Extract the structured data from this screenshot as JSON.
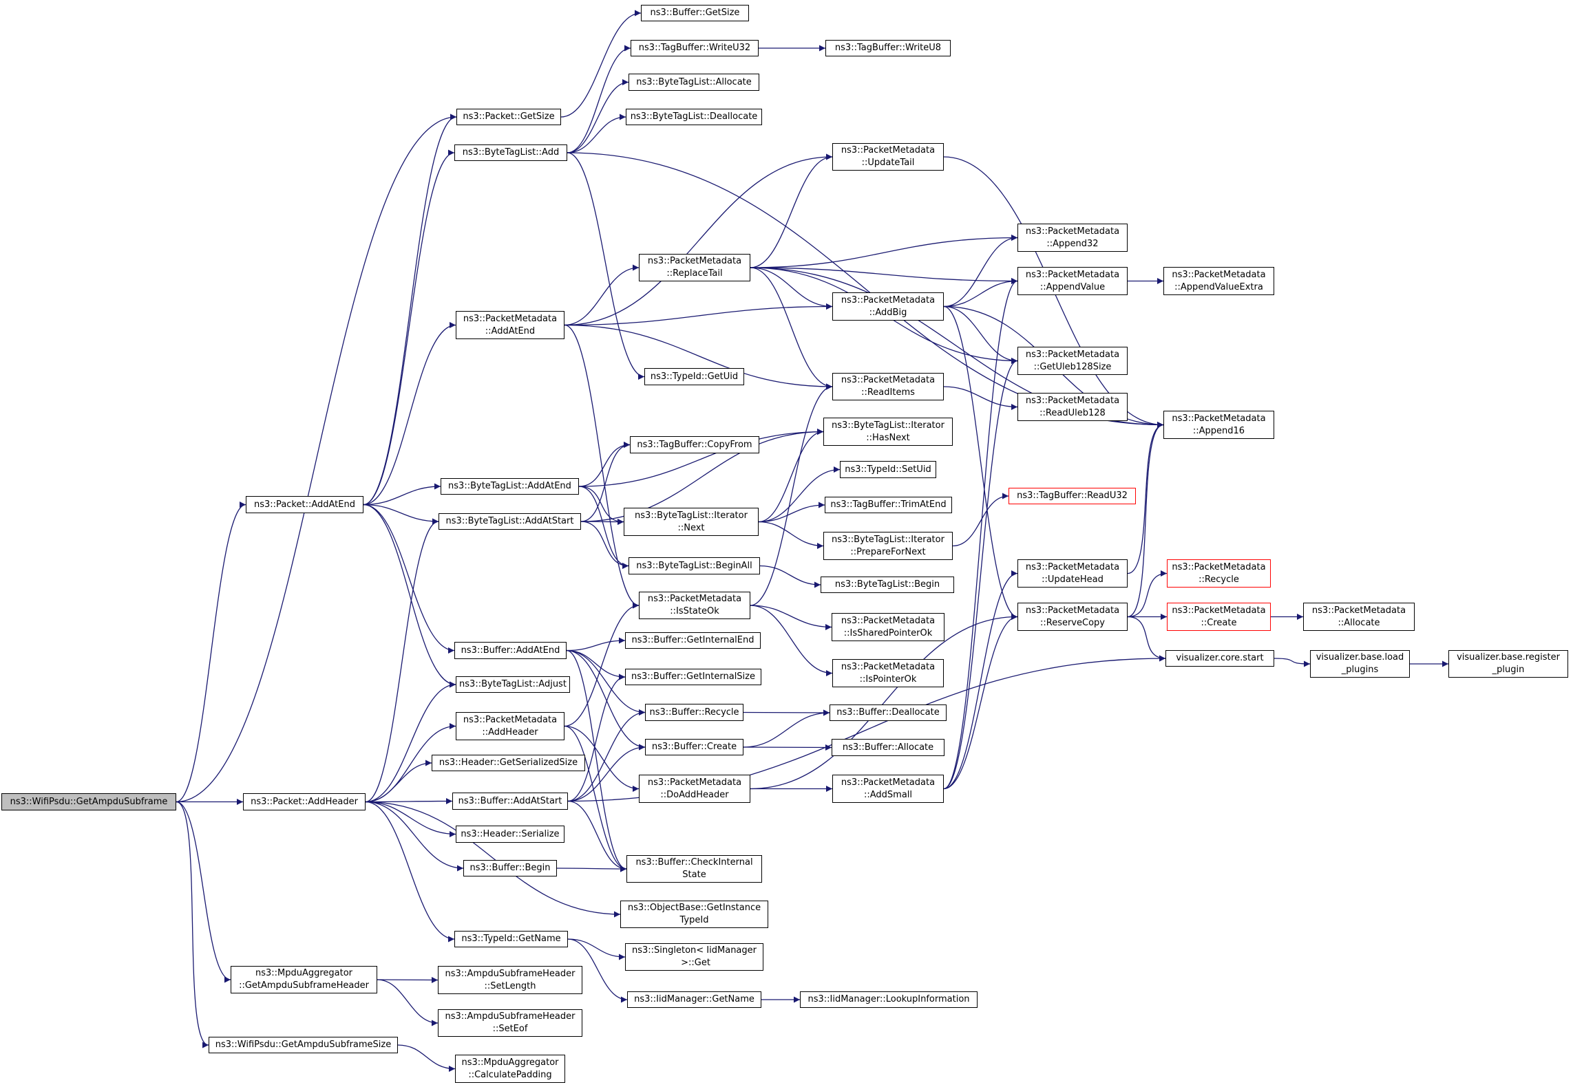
{
  "colors": {
    "edge": "#191970",
    "border": "#000000",
    "root_fill": "#bfbfbf",
    "truncated_border": "#ff0000"
  },
  "nodes": {
    "root": {
      "label": "ns3::WifiPsdu::GetAmpduSubframe",
      "kind": "root"
    },
    "packet_addatend": {
      "label": "ns3::Packet::AddAtEnd"
    },
    "packet_addheader": {
      "label": "ns3::Packet::AddHeader"
    },
    "mpdu_get_hdr": {
      "label": "ns3::MpduAggregator\n::GetAmpduSubframeHeader"
    },
    "wifipsdu_get_size": {
      "label": "ns3::WifiPsdu::GetAmpduSubframeSize"
    },
    "packet_getsize": {
      "label": "ns3::Packet::GetSize"
    },
    "bytetaglist_add": {
      "label": "ns3::ByteTagList::Add"
    },
    "pm_addatend": {
      "label": "ns3::PacketMetadata\n::AddAtEnd"
    },
    "btl_addatend": {
      "label": "ns3::ByteTagList::AddAtEnd"
    },
    "btl_addatstart": {
      "label": "ns3::ByteTagList::AddAtStart"
    },
    "buffer_addatend": {
      "label": "ns3::Buffer::AddAtEnd"
    },
    "btl_adjust": {
      "label": "ns3::ByteTagList::Adjust"
    },
    "pm_addheader": {
      "label": "ns3::PacketMetadata\n::AddHeader"
    },
    "header_getserializedsize": {
      "label": "ns3::Header::GetSerializedSize"
    },
    "buffer_addatstart": {
      "label": "ns3::Buffer::AddAtStart"
    },
    "header_serialize": {
      "label": "ns3::Header::Serialize"
    },
    "buffer_begin": {
      "label": "ns3::Buffer::Begin"
    },
    "typeid_getname": {
      "label": "ns3::TypeId::GetName"
    },
    "ampdu_setlength": {
      "label": "ns3::AmpduSubframeHeader\n::SetLength"
    },
    "ampdu_seteof": {
      "label": "ns3::AmpduSubframeHeader\n::SetEof"
    },
    "mpdu_calcpadding": {
      "label": "ns3::MpduAggregator\n::CalculatePadding"
    },
    "buffer_getsize": {
      "label": "ns3::Buffer::GetSize"
    },
    "tagbuffer_writeu32": {
      "label": "ns3::TagBuffer::WriteU32"
    },
    "btl_allocate": {
      "label": "ns3::ByteTagList::Allocate"
    },
    "btl_deallocate": {
      "label": "ns3::ByteTagList::Deallocate"
    },
    "pm_replacetail": {
      "label": "ns3::PacketMetadata\n::ReplaceTail"
    },
    "typeid_getuid": {
      "label": "ns3::TypeId::GetUid"
    },
    "tagbuffer_copyfrom": {
      "label": "ns3::TagBuffer::CopyFrom"
    },
    "btl_iter_next": {
      "label": "ns3::ByteTagList::Iterator\n::Next"
    },
    "btl_beginall": {
      "label": "ns3::ByteTagList::BeginAll"
    },
    "pm_isstateok": {
      "label": "ns3::PacketMetadata\n::IsStateOk"
    },
    "buffer_getinternalend": {
      "label": "ns3::Buffer::GetInternalEnd"
    },
    "buffer_getinternalsize": {
      "label": "ns3::Buffer::GetInternalSize"
    },
    "buffer_recycle": {
      "label": "ns3::Buffer::Recycle"
    },
    "buffer_create": {
      "label": "ns3::Buffer::Create"
    },
    "pm_doaddheader": {
      "label": "ns3::PacketMetadata\n::DoAddHeader"
    },
    "buffer_checkinternalstate": {
      "label": "ns3::Buffer::CheckInternal\nState"
    },
    "objectbase_getinstancetypeid": {
      "label": "ns3::ObjectBase::GetInstance\nTypeId"
    },
    "singleton_get": {
      "label": "ns3::Singleton< IidManager\n >::Get"
    },
    "iidmanager_getname": {
      "label": "ns3::IidManager::GetName"
    },
    "tagbuffer_writeu8": {
      "label": "ns3::TagBuffer::WriteU8"
    },
    "pm_updatetail": {
      "label": "ns3::PacketMetadata\n::UpdateTail"
    },
    "pm_addbig": {
      "label": "ns3::PacketMetadata\n::AddBig"
    },
    "pm_readitems": {
      "label": "ns3::PacketMetadata\n::ReadItems"
    },
    "btl_iter_hasnext": {
      "label": "ns3::ByteTagList::Iterator\n::HasNext"
    },
    "typeid_setuid": {
      "label": "ns3::TypeId::SetUid"
    },
    "tagbuffer_trimatend": {
      "label": "ns3::TagBuffer::TrimAtEnd"
    },
    "btl_iter_prepare": {
      "label": "ns3::ByteTagList::Iterator\n::PrepareForNext"
    },
    "btl_begin": {
      "label": "ns3::ByteTagList::Begin"
    },
    "pm_issharedpointerok": {
      "label": "ns3::PacketMetadata\n::IsSharedPointerOk"
    },
    "pm_ispointerok": {
      "label": "ns3::PacketMetadata\n::IsPointerOk"
    },
    "buffer_deallocate": {
      "label": "ns3::Buffer::Deallocate"
    },
    "buffer_allocate": {
      "label": "ns3::Buffer::Allocate"
    },
    "pm_addsmall": {
      "label": "ns3::PacketMetadata\n::AddSmall"
    },
    "iidmanager_lookup": {
      "label": "ns3::IidManager::LookupInformation"
    },
    "pm_append32": {
      "label": "ns3::PacketMetadata\n::Append32"
    },
    "pm_appendvalue": {
      "label": "ns3::PacketMetadata\n::AppendValue"
    },
    "pm_getuleb128size": {
      "label": "ns3::PacketMetadata\n::GetUleb128Size"
    },
    "pm_readuleb128": {
      "label": "ns3::PacketMetadata\n::ReadUleb128"
    },
    "tagbuffer_readu32": {
      "label": "ns3::TagBuffer::ReadU32",
      "kind": "truncated"
    },
    "pm_updatehead": {
      "label": "ns3::PacketMetadata\n::UpdateHead"
    },
    "pm_reservecopy": {
      "label": "ns3::PacketMetadata\n::ReserveCopy"
    },
    "pm_appendvalueextra": {
      "label": "ns3::PacketMetadata\n::AppendValueExtra"
    },
    "pm_append16": {
      "label": "ns3::PacketMetadata\n::Append16"
    },
    "pm_recycle": {
      "label": "ns3::PacketMetadata\n::Recycle",
      "kind": "truncated"
    },
    "pm_create": {
      "label": "ns3::PacketMetadata\n::Create",
      "kind": "truncated"
    },
    "visualizer_core_start": {
      "label": "visualizer.core.start"
    },
    "pm_allocate": {
      "label": "ns3::PacketMetadata\n::Allocate"
    },
    "visualizer_base_load_plugins": {
      "label": "visualizer.base.load\n_plugins"
    },
    "visualizer_base_register_plugin": {
      "label": "visualizer.base.register\n_plugin"
    }
  },
  "edges": [
    [
      "root",
      "packet_getsize"
    ],
    [
      "root",
      "packet_addatend"
    ],
    [
      "root",
      "packet_addheader"
    ],
    [
      "root",
      "mpdu_get_hdr"
    ],
    [
      "root",
      "wifipsdu_get_size"
    ],
    [
      "packet_addatend",
      "packet_getsize"
    ],
    [
      "packet_addatend",
      "bytetaglist_add"
    ],
    [
      "packet_addatend",
      "pm_addatend"
    ],
    [
      "packet_addatend",
      "btl_addatend"
    ],
    [
      "packet_addatend",
      "btl_addatstart"
    ],
    [
      "packet_addatend",
      "buffer_addatend"
    ],
    [
      "packet_addatend",
      "btl_adjust"
    ],
    [
      "packet_addheader",
      "btl_adjust"
    ],
    [
      "packet_addheader",
      "btl_addatstart"
    ],
    [
      "packet_addheader",
      "pm_addheader"
    ],
    [
      "packet_addheader",
      "header_getserializedsize"
    ],
    [
      "packet_addheader",
      "buffer_addatstart"
    ],
    [
      "packet_addheader",
      "header_serialize"
    ],
    [
      "packet_addheader",
      "buffer_begin"
    ],
    [
      "packet_addheader",
      "typeid_getname"
    ],
    [
      "packet_addheader",
      "objectbase_getinstancetypeid"
    ],
    [
      "mpdu_get_hdr",
      "ampdu_setlength"
    ],
    [
      "mpdu_get_hdr",
      "ampdu_seteof"
    ],
    [
      "wifipsdu_get_size",
      "mpdu_calcpadding"
    ],
    [
      "packet_getsize",
      "buffer_getsize"
    ],
    [
      "bytetaglist_add",
      "tagbuffer_writeu32"
    ],
    [
      "bytetaglist_add",
      "btl_allocate"
    ],
    [
      "bytetaglist_add",
      "btl_deallocate"
    ],
    [
      "bytetaglist_add",
      "typeid_getuid"
    ],
    [
      "bytetaglist_add",
      "pm_append16"
    ],
    [
      "tagbuffer_writeu32",
      "tagbuffer_writeu8"
    ],
    [
      "pm_addatend",
      "pm_replacetail"
    ],
    [
      "pm_addatend",
      "pm_addbig"
    ],
    [
      "pm_addatend",
      "pm_readitems"
    ],
    [
      "pm_addatend",
      "pm_updatetail"
    ],
    [
      "pm_addatend",
      "pm_isstateok"
    ],
    [
      "pm_replacetail",
      "pm_updatetail"
    ],
    [
      "pm_replacetail",
      "pm_append32"
    ],
    [
      "pm_replacetail",
      "pm_appendvalue"
    ],
    [
      "pm_replacetail",
      "pm_addbig"
    ],
    [
      "pm_replacetail",
      "pm_getuleb128size"
    ],
    [
      "pm_replacetail",
      "pm_readitems"
    ],
    [
      "pm_replacetail",
      "pm_append16"
    ],
    [
      "btl_addatend",
      "tagbuffer_copyfrom"
    ],
    [
      "btl_addatend",
      "btl_iter_next"
    ],
    [
      "btl_addatend",
      "btl_iter_hasnext"
    ],
    [
      "btl_addatend",
      "btl_beginall"
    ],
    [
      "btl_addatstart",
      "tagbuffer_copyfrom"
    ],
    [
      "btl_addatstart",
      "btl_iter_next"
    ],
    [
      "btl_addatstart",
      "btl_iter_hasnext"
    ],
    [
      "btl_addatstart",
      "btl_beginall"
    ],
    [
      "btl_iter_next",
      "btl_iter_hasnext"
    ],
    [
      "btl_iter_next",
      "typeid_setuid"
    ],
    [
      "btl_iter_next",
      "tagbuffer_trimatend"
    ],
    [
      "btl_iter_next",
      "btl_iter_prepare"
    ],
    [
      "btl_iter_prepare",
      "tagbuffer_readu32"
    ],
    [
      "btl_beginall",
      "btl_begin"
    ],
    [
      "pm_isstateok",
      "pm_readitems"
    ],
    [
      "pm_isstateok",
      "pm_issharedpointerok"
    ],
    [
      "pm_isstateok",
      "pm_ispointerok"
    ],
    [
      "buffer_addatend",
      "buffer_getinternalend"
    ],
    [
      "buffer_addatend",
      "buffer_getinternalsize"
    ],
    [
      "buffer_addatend",
      "buffer_recycle"
    ],
    [
      "buffer_addatend",
      "buffer_create"
    ],
    [
      "buffer_addatend",
      "buffer_checkinternalstate"
    ],
    [
      "pm_addheader",
      "pm_isstateok"
    ],
    [
      "pm_addheader",
      "pm_doaddheader"
    ],
    [
      "pm_addheader",
      "buffer_checkinternalstate"
    ],
    [
      "buffer_addatstart",
      "buffer_getinternalsize"
    ],
    [
      "buffer_addatstart",
      "buffer_recycle"
    ],
    [
      "buffer_addatstart",
      "buffer_create"
    ],
    [
      "buffer_addatstart",
      "buffer_checkinternalstate"
    ],
    [
      "buffer_addatstart",
      "visualizer_core_start"
    ],
    [
      "buffer_begin",
      "buffer_checkinternalstate"
    ],
    [
      "typeid_getname",
      "singleton_get"
    ],
    [
      "typeid_getname",
      "iidmanager_getname"
    ],
    [
      "iidmanager_getname",
      "iidmanager_lookup"
    ],
    [
      "buffer_recycle",
      "buffer_deallocate"
    ],
    [
      "buffer_create",
      "buffer_deallocate"
    ],
    [
      "buffer_create",
      "buffer_allocate"
    ],
    [
      "pm_doaddheader",
      "pm_addsmall"
    ],
    [
      "pm_doaddheader",
      "pm_reservecopy"
    ],
    [
      "pm_addsmall",
      "pm_appendvalue"
    ],
    [
      "pm_addsmall",
      "pm_getuleb128size"
    ],
    [
      "pm_addsmall",
      "pm_updatehead"
    ],
    [
      "pm_addsmall",
      "pm_reservecopy"
    ],
    [
      "pm_addbig",
      "pm_append32"
    ],
    [
      "pm_addbig",
      "pm_appendvalue"
    ],
    [
      "pm_addbig",
      "pm_getuleb128size"
    ],
    [
      "pm_addbig",
      "pm_append16"
    ],
    [
      "pm_addbig",
      "pm_reservecopy"
    ],
    [
      "pm_readitems",
      "pm_readuleb128"
    ],
    [
      "pm_updatetail",
      "pm_append16"
    ],
    [
      "pm_updatehead",
      "pm_append16"
    ],
    [
      "pm_appendvalue",
      "pm_appendvalueextra"
    ],
    [
      "pm_reservecopy",
      "pm_recycle"
    ],
    [
      "pm_reservecopy",
      "pm_create"
    ],
    [
      "pm_reservecopy",
      "pm_append16"
    ],
    [
      "pm_reservecopy",
      "visualizer_core_start"
    ],
    [
      "pm_create",
      "pm_allocate"
    ],
    [
      "visualizer_core_start",
      "visualizer_base_load_plugins"
    ],
    [
      "visualizer_base_load_plugins",
      "visualizer_base_register_plugin"
    ]
  ]
}
